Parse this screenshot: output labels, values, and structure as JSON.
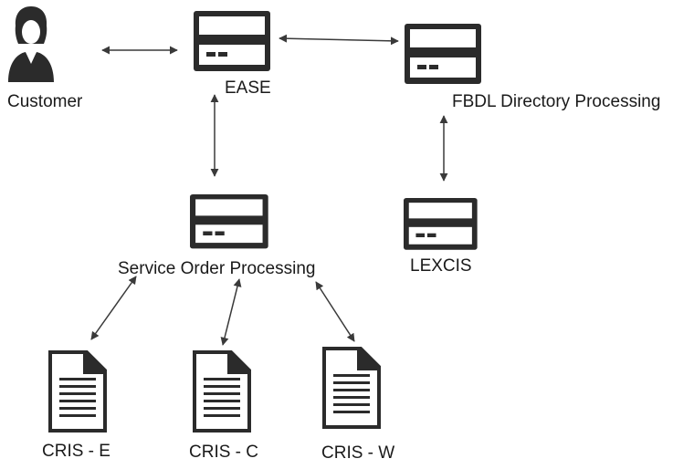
{
  "diagram": {
    "nodes": {
      "customer": {
        "label": "Customer",
        "icon": "person-icon"
      },
      "ease": {
        "label": "EASE",
        "icon": "server-icon"
      },
      "fbdl": {
        "label": "FBDL Directory Processing",
        "icon": "server-icon"
      },
      "service_order": {
        "label": "Service Order Processing",
        "icon": "server-icon"
      },
      "lexcis": {
        "label": "LEXCIS",
        "icon": "server-icon"
      },
      "cris_e": {
        "label": "CRIS - E",
        "icon": "document-icon"
      },
      "cris_c": {
        "label": "CRIS - C",
        "icon": "document-icon"
      },
      "cris_w": {
        "label": "CRIS - W",
        "icon": "document-icon"
      }
    },
    "connections": [
      {
        "from": "Customer",
        "to": "EASE",
        "direction": "bidirectional"
      },
      {
        "from": "EASE",
        "to": "FBDL Directory Processing",
        "direction": "bidirectional"
      },
      {
        "from": "EASE",
        "to": "Service Order Processing",
        "direction": "bidirectional"
      },
      {
        "from": "FBDL Directory Processing",
        "to": "LEXCIS",
        "direction": "bidirectional"
      },
      {
        "from": "Service Order Processing",
        "to": "CRIS - E",
        "direction": "bidirectional"
      },
      {
        "from": "Service Order Processing",
        "to": "CRIS - C",
        "direction": "bidirectional"
      },
      {
        "from": "Service Order Processing",
        "to": "CRIS - W",
        "direction": "bidirectional"
      }
    ],
    "colors": {
      "icon_dark": "#2b2b2b",
      "icon_light": "#ffffff",
      "arrow": "#3a3a3a",
      "text": "#1a1a1a"
    }
  }
}
